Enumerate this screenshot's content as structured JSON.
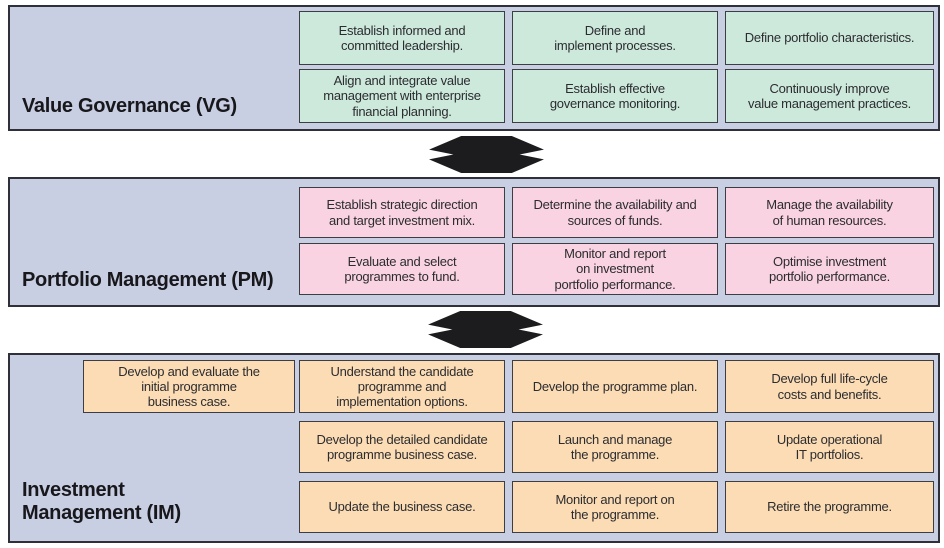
{
  "diagram": {
    "arrow_color": "#1c1c1e",
    "panel_fill": "#c9cfe2",
    "panel_border": "#30303a",
    "sections": [
      {
        "id": "vg",
        "label": "Value Governance (VG)",
        "box_fill": "#cde9dc",
        "rows": [
          [
            "Establish informed and\ncommitted leadership.",
            "Define and\nimplement processes.",
            "Define portfolio characteristics."
          ],
          [
            "Align and integrate value\nmanagement with enterprise\nfinancial planning.",
            "Establish effective\ngovernance monitoring.",
            "Continuously improve\nvalue management practices."
          ]
        ]
      },
      {
        "id": "pm",
        "label": "Portfolio Management (PM)",
        "box_fill": "#f9d3e1",
        "rows": [
          [
            "Establish strategic direction\nand target investment mix.",
            "Determine the availability and\nsources of funds.",
            "Manage the availability\nof human resources."
          ],
          [
            "Evaluate and select\nprogrammes to fund.",
            "Monitor and report\non investment\nportfolio performance.",
            "Optimise investment\nportfolio performance."
          ]
        ]
      },
      {
        "id": "im",
        "label": "Investment\nManagement (IM)",
        "box_fill": "#fbdcb4",
        "rows": [
          [
            "Develop and evaluate the\ninitial programme\nbusiness case.",
            "Understand the candidate\nprogramme and\nimplementation options.",
            "Develop the programme plan.",
            "Develop full life-cycle\ncosts and benefits."
          ],
          [
            "Develop the detailed candidate\nprogramme business case.",
            "Launch and manage\nthe programme.",
            "Update operational\nIT portfolios."
          ],
          [
            "Update the business case.",
            "Monitor and report on\nthe programme.",
            "Retire the programme."
          ]
        ]
      }
    ]
  }
}
